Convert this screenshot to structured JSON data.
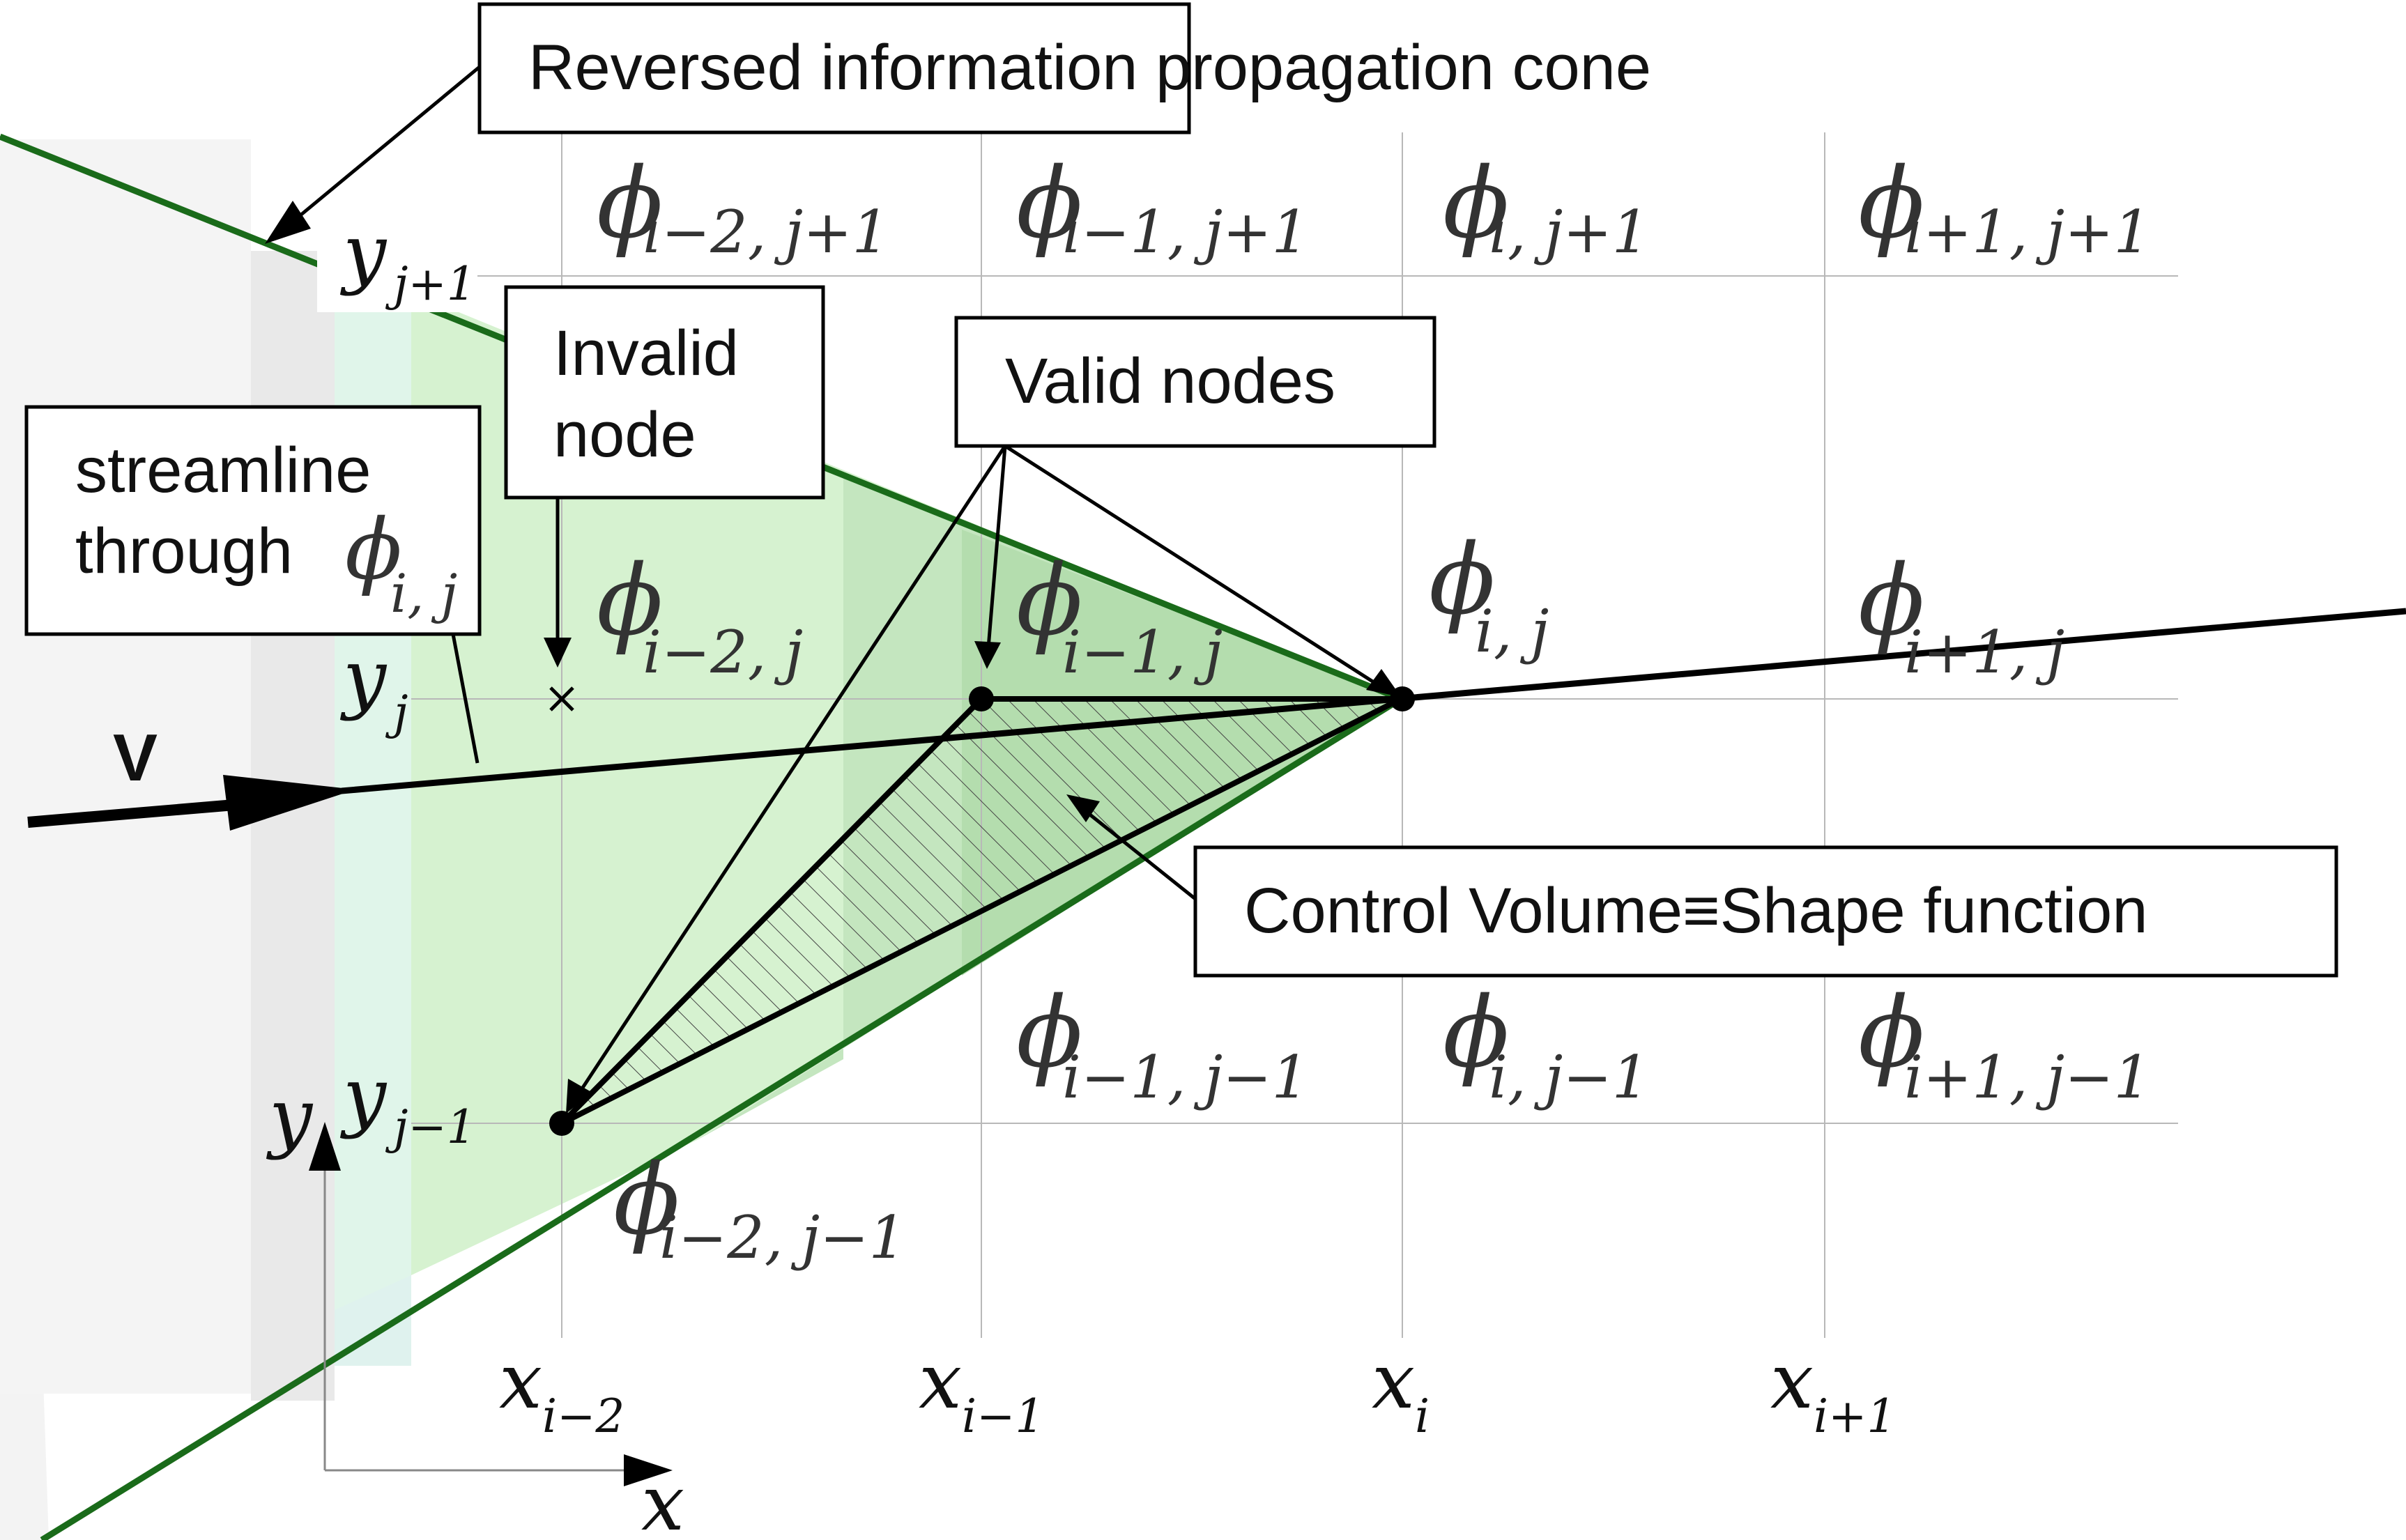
{
  "callouts": {
    "cone": "Reversed information propagation cone",
    "invalid_line1": "Invalid",
    "invalid_line2": "node",
    "valid": "Valid nodes",
    "streamline_line1": "streamline",
    "streamline_line2": "through",
    "control": "Control Volume≡Shape function"
  },
  "velocity_label": "V",
  "axes": {
    "x": "x",
    "y": "y"
  },
  "phi_symbol": "ϕ",
  "phi_labels": {
    "streamline": "i, j",
    "r1c0": "i−2, j+1",
    "r1c1": "i−1, j+1",
    "r1c2": "i, j+1",
    "r1c3": "i+1, j+1",
    "r2c0": "i−2, j",
    "r2c1": "i−1, j",
    "r2c2": "i, j",
    "r2c3": "i+1, j",
    "r3c1": "i−1, j−1",
    "r3c2": "i, j−1",
    "r3c3": "i+1, j−1",
    "r3c0": "i−2, j−1"
  },
  "x_ticks": [
    {
      "base": "x",
      "sub": "i−2"
    },
    {
      "base": "x",
      "sub": "i−1"
    },
    {
      "base": "x",
      "sub": "i"
    },
    {
      "base": "x",
      "sub": "i+1"
    }
  ],
  "y_ticks": [
    {
      "base": "y",
      "sub": "j+1"
    },
    {
      "base": "y",
      "sub": "j"
    },
    {
      "base": "y",
      "sub": "j−1"
    }
  ],
  "colors": {
    "cone_edge": "#1a6b1a",
    "cone_fill": "#c9ecc4",
    "cone_dark": "#a9d8a4",
    "grid": "#b8b8b8",
    "line": "#000000",
    "text": "#333333"
  }
}
